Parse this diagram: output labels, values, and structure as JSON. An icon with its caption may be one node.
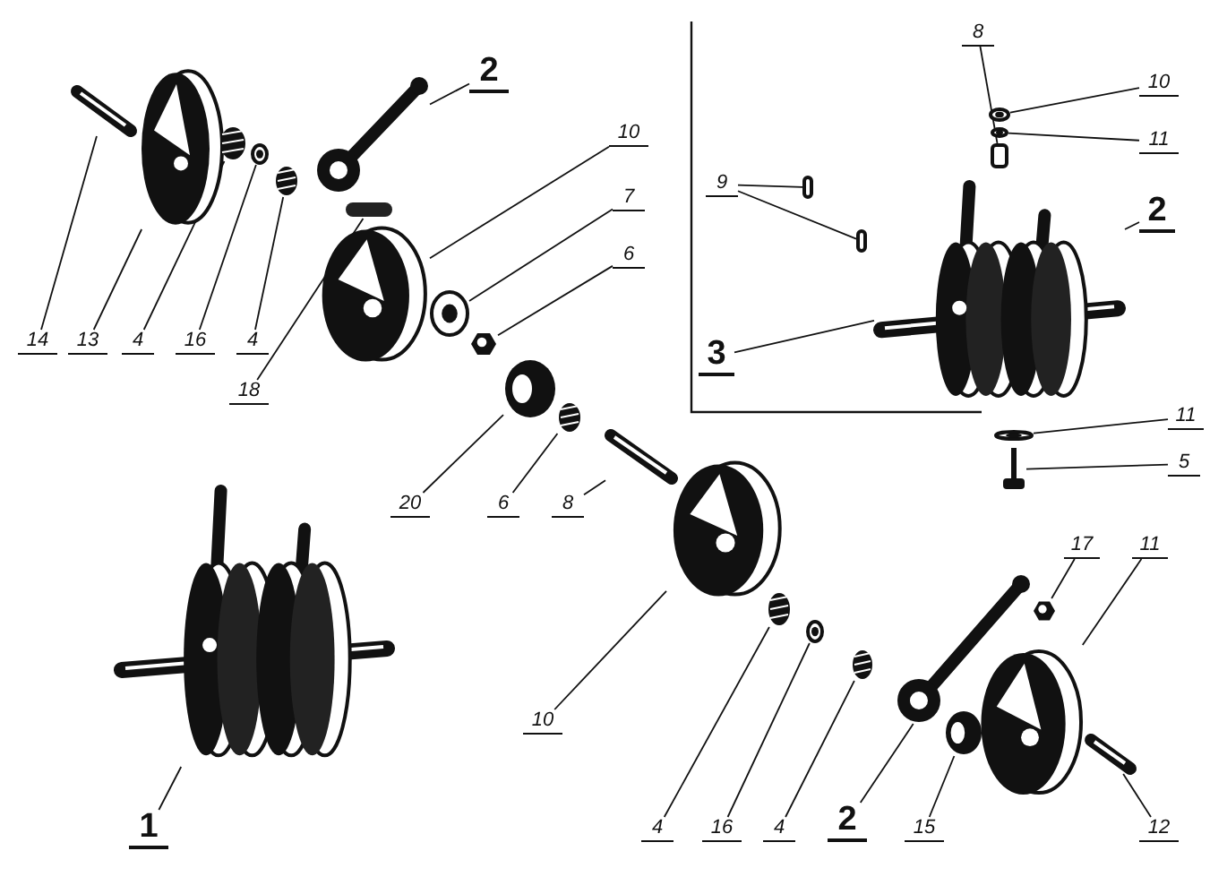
{
  "diagram": {
    "nodes": [
      {
        "text": [
          "14"
        ]
      },
      {
        "text": [],
        "shape": "picture"
      },
      {
        "text": [
          "13"
        ]
      },
      {
        "text": [],
        "shape": "picture"
      },
      {
        "text": [
          "4"
        ]
      },
      {
        "text": [],
        "shape": "picture"
      },
      {
        "text": [
          "16"
        ]
      },
      {
        "text": [],
        "shape": "picture"
      },
      {
        "text": [
          "4"
        ]
      },
      {
        "text": [],
        "shape": "picture"
      },
      {
        "text": [
          "2"
        ]
      },
      {
        "text": [],
        "shape": "picture"
      },
      {
        "text": [
          "10"
        ]
      },
      {
        "text": [],
        "shape": "picture"
      },
      {
        "text": [
          "18"
        ]
      },
      {
        "text": [],
        "shape": "box"
      },
      {
        "text": [
          "7"
        ]
      },
      {
        "text": [],
        "shape": "picture"
      },
      {
        "text": [
          "6"
        ]
      },
      {
        "text": [],
        "shape": "picture"
      },
      {
        "text": [
          "20"
        ]
      },
      {
        "text": [],
        "shape": "picture"
      },
      {
        "text": [
          "6"
        ]
      },
      {
        "text": [],
        "shape": "picture"
      },
      {
        "text": [
          "8"
        ]
      },
      {
        "text": [],
        "shape": "picture"
      },
      {
        "text": [
          "8"
        ]
      },
      {
        "text": [],
        "shape": "box"
      },
      {
        "text": [
          "10"
        ]
      },
      {
        "text": [],
        "shape": "picture"
      },
      {
        "text": [
          "11"
        ]
      },
      {
        "text": [],
        "shape": "picture"
      },
      {
        "text": [
          "9"
        ]
      },
      {
        "text": [],
        "shape": "box"
      },
      {
        "text": [],
        "shape": "box"
      },
      {
        "text": [
          "2"
        ]
      },
      {
        "text": [],
        "shape": "picture"
      },
      {
        "text": [
          "3"
        ]
      },
      {
        "text": [
          "11"
        ]
      },
      {
        "text": [],
        "shape": "picture"
      },
      {
        "text": [
          "5"
        ]
      },
      {
        "text": [],
        "shape": "picture"
      },
      {
        "text": [
          "10"
        ]
      },
      {
        "text": [],
        "shape": "picture"
      },
      {
        "text": [
          "4"
        ]
      },
      {
        "text": [],
        "shape": "picture"
      },
      {
        "text": [
          "16"
        ]
      },
      {
        "text": [],
        "shape": "picture"
      },
      {
        "text": [
          "4"
        ]
      },
      {
        "text": [],
        "shape": "picture"
      },
      {
        "text": [
          "2"
        ]
      },
      {
        "text": [],
        "shape": "picture"
      },
      {
        "text": [
          "15"
        ]
      },
      {
        "text": [],
        "shape": "picture"
      },
      {
        "text": [
          "17"
        ]
      },
      {
        "text": [],
        "shape": "picture"
      },
      {
        "text": [
          "11"
        ]
      },
      {
        "text": [],
        "shape": "picture"
      },
      {
        "text": [
          "12"
        ]
      },
      {
        "text": [],
        "shape": "picture"
      },
      {
        "text": [
          "1"
        ]
      },
      {
        "text": [],
        "shape": "picture"
      }
    ],
    "edges": [
      {
        "from": 0,
        "to": 1,
        "arrow": "none"
      },
      {
        "from": 2,
        "to": 3,
        "arrow": "none"
      },
      {
        "from": 4,
        "to": 5,
        "arrow": "none"
      },
      {
        "from": 6,
        "to": 7,
        "arrow": "none"
      },
      {
        "from": 8,
        "to": 9,
        "arrow": "none"
      },
      {
        "from": 10,
        "to": 11,
        "arrow": "none"
      },
      {
        "from": 12,
        "to": 13,
        "arrow": "none"
      },
      {
        "from": 14,
        "to": 15,
        "arrow": "none"
      },
      {
        "from": 16,
        "to": 17,
        "arrow": "none"
      },
      {
        "from": 18,
        "to": 19,
        "arrow": "none"
      },
      {
        "from": 20,
        "to": 21,
        "arrow": "none"
      },
      {
        "from": 22,
        "to": 23,
        "arrow": "none"
      },
      {
        "from": 24,
        "to": 25,
        "arrow": "none"
      },
      {
        "from": 26,
        "to": 27,
        "arrow": "none"
      },
      {
        "from": 28,
        "to": 29,
        "arrow": "none"
      },
      {
        "from": 30,
        "to": 31,
        "arrow": "none"
      },
      {
        "from": 32,
        "to": 33,
        "arrow": "none"
      },
      {
        "from": 32,
        "to": 34,
        "arrow": "none"
      },
      {
        "from": 35,
        "to": 36,
        "arrow": "none"
      },
      {
        "from": 37,
        "to": 36,
        "arrow": "none"
      },
      {
        "from": 38,
        "to": 39,
        "arrow": "none"
      },
      {
        "from": 40,
        "to": 41,
        "arrow": "none"
      },
      {
        "from": 42,
        "to": 43,
        "arrow": "none"
      },
      {
        "from": 44,
        "to": 45,
        "arrow": "none"
      },
      {
        "from": 46,
        "to": 47,
        "arrow": "none"
      },
      {
        "from": 48,
        "to": 49,
        "arrow": "none"
      },
      {
        "from": 50,
        "to": 51,
        "arrow": "none"
      },
      {
        "from": 52,
        "to": 53,
        "arrow": "none"
      },
      {
        "from": 54,
        "to": 55,
        "arrow": "none"
      },
      {
        "from": 56,
        "to": 57,
        "arrow": "none"
      },
      {
        "from": 58,
        "to": 59,
        "arrow": "none"
      },
      {
        "from": 60,
        "to": 61,
        "arrow": "none"
      }
    ]
  }
}
